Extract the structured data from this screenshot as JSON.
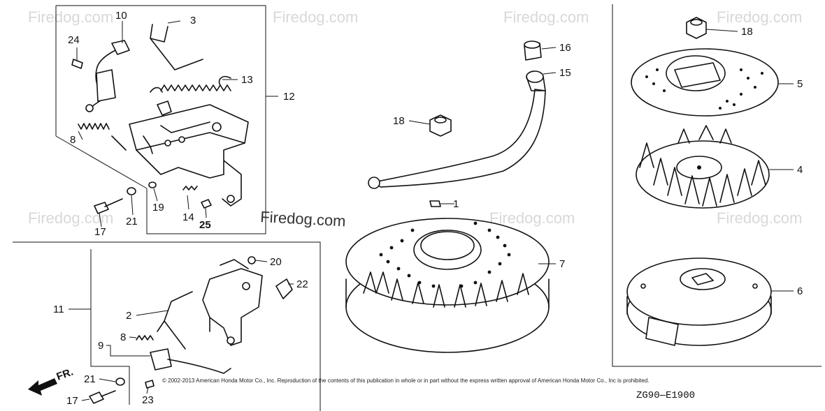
{
  "watermark": {
    "text": "Firedog.com",
    "prominent_text": "Firedog.com"
  },
  "footer": {
    "copyright": "© 2002-2013 American Honda Motor Co., Inc. Reproduction of the contents of this publication in whole or in part without the express written approval of American Honda Motor Co., Inc is prohibited.",
    "diagram_code": "ZG90—E1900",
    "direction_label": "FR."
  },
  "callouts": {
    "n1": "1",
    "n2": "2",
    "n3": "3",
    "n4": "4",
    "n5": "5",
    "n6": "6",
    "n7": "7",
    "n8a": "8",
    "n8b": "8",
    "n9": "9",
    "n10": "10",
    "n11": "11",
    "n12": "12",
    "n13": "13",
    "n14": "14",
    "n15": "15",
    "n16": "16",
    "n17a": "17",
    "n17b": "17",
    "n18a": "18",
    "n18b": "18",
    "n19": "19",
    "n20": "20",
    "n21a": "21",
    "n21b": "21",
    "n22": "22",
    "n23": "23",
    "n24": "24",
    "n25": "25"
  }
}
